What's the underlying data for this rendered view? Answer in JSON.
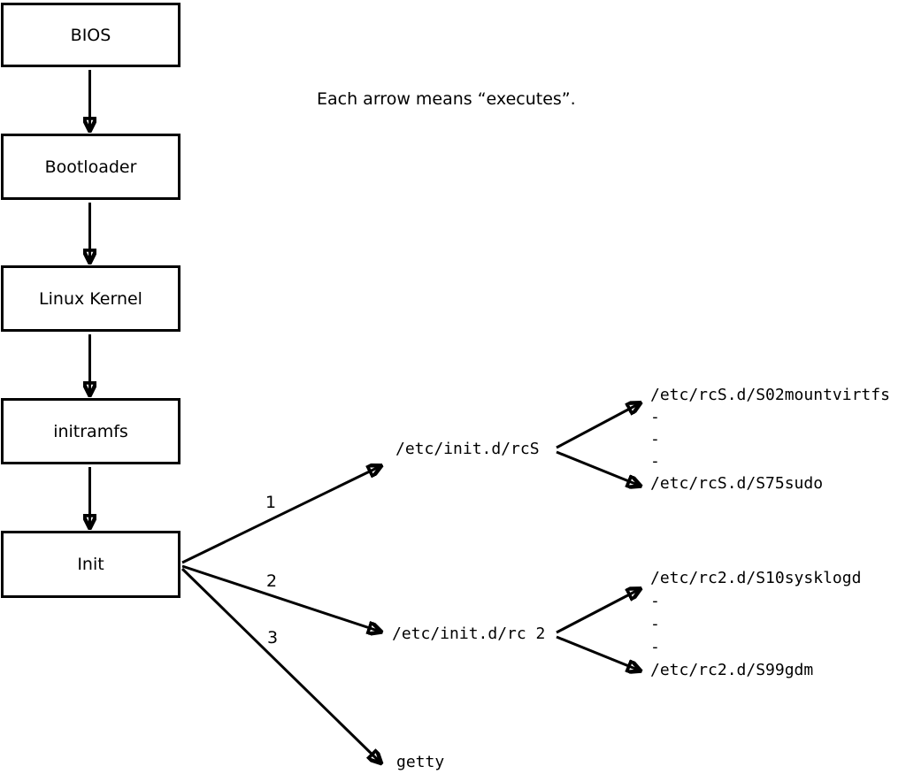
{
  "annotation": {
    "text": "Each arrow means “executes”."
  },
  "chain": {
    "boxes": [
      {
        "label": "BIOS"
      },
      {
        "label": "Bootloader"
      },
      {
        "label": "Linux Kernel"
      },
      {
        "label": "initramfs"
      },
      {
        "label": "Init"
      }
    ]
  },
  "branches": {
    "labels": [
      "1",
      "2",
      "3"
    ],
    "targets": {
      "rcS": "/etc/init.d/rcS",
      "rc2": "/etc/init.d/rc 2",
      "getty": "getty"
    },
    "rcS_scripts": [
      "/etc/rcS.d/S02mountvirtfs",
      "-",
      "-",
      "-",
      "/etc/rcS.d/S75sudo"
    ],
    "rc2_scripts": [
      "/etc/rc2.d/S10sysklogd",
      "-",
      "-",
      "-",
      "/etc/rc2.d/S99gdm"
    ]
  },
  "colors": {
    "line": "#000000",
    "background": "#ffffff"
  }
}
